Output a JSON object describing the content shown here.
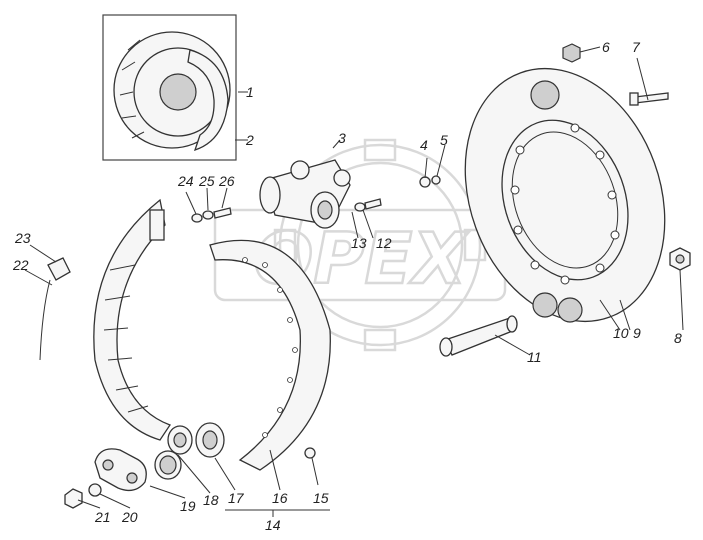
{
  "watermark": {
    "text": "OPEX"
  },
  "callouts": [
    "1",
    "2",
    "3",
    "4",
    "5",
    "6",
    "7",
    "8",
    "9",
    "10",
    "11",
    "12",
    "13",
    "14",
    "15",
    "16",
    "17",
    "18",
    "19",
    "20",
    "21",
    "22",
    "23",
    "24",
    "25",
    "26"
  ]
}
